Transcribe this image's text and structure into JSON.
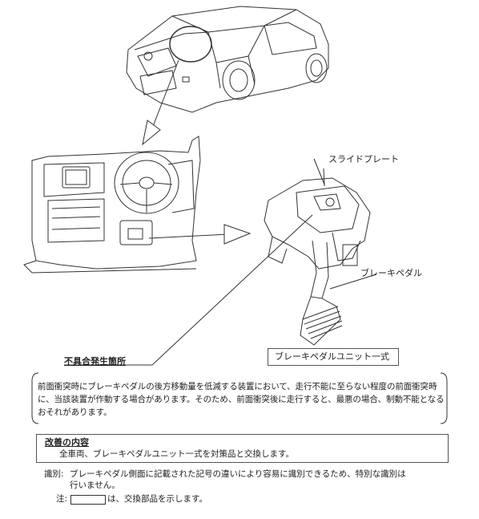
{
  "labels": {
    "slide_plate": "スライドプレート",
    "brake_pedal": "ブレーキペダル",
    "defect_location": "不具合発生箇所",
    "brake_pedal_unit": "ブレーキペダルユニット一式"
  },
  "description": "前面衝突時にブレーキペダルの後方移動量を低減する装置において、走行不能に至らない程度の前面衝突時に、当該装置が作動する場合があります。そのため、前面衝突後に走行すると、最悪の場合、制動不能となるおそれがあります。",
  "remedy": {
    "title": "改善の内容",
    "text": "全車両、ブレーキペダルユニット一式を対策品と交換します。"
  },
  "identification": {
    "label": "識別:",
    "text_line1": "ブレーキペダル側面に記載された記号の違いにより容易に識別できるため、特別な識別は",
    "text_line2": "行いません。"
  },
  "note": {
    "prefix": "注:",
    "suffix": "は、交換部品を示します。"
  }
}
